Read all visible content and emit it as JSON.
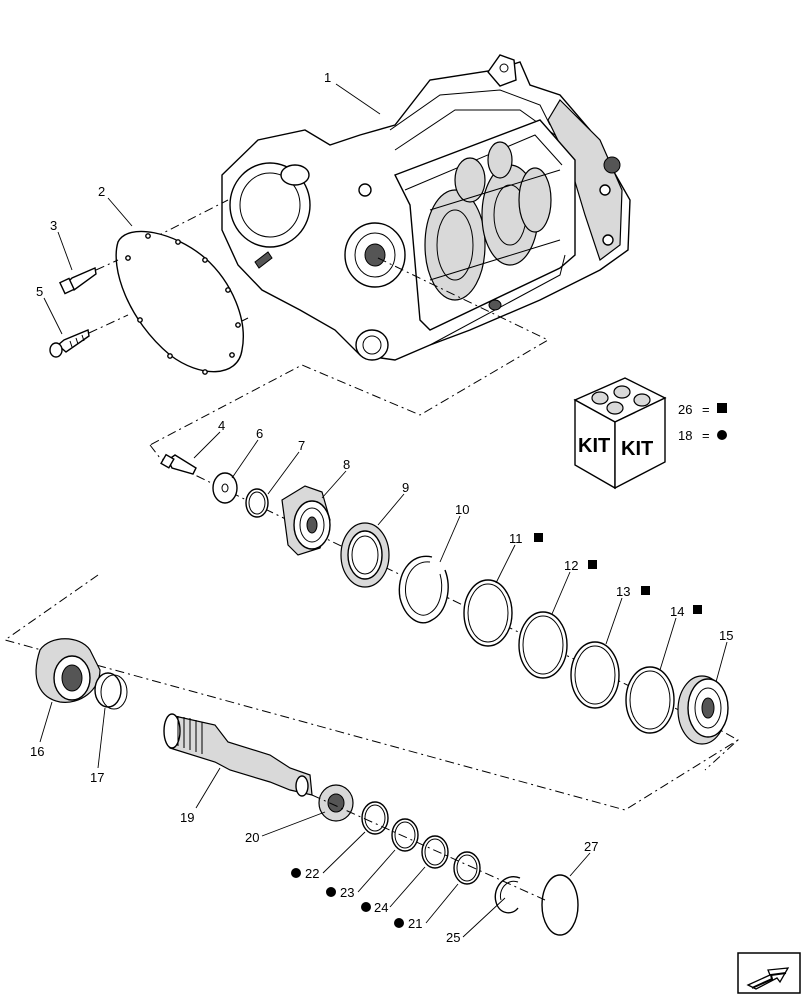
{
  "callouts": [
    {
      "id": "c1",
      "text": "1"
    },
    {
      "id": "c2",
      "text": "2"
    },
    {
      "id": "c3",
      "text": "3"
    },
    {
      "id": "c4",
      "text": "4"
    },
    {
      "id": "c5",
      "text": "5"
    },
    {
      "id": "c6",
      "text": "6"
    },
    {
      "id": "c7",
      "text": "7"
    },
    {
      "id": "c8",
      "text": "8"
    },
    {
      "id": "c9",
      "text": "9"
    },
    {
      "id": "c10",
      "text": "10"
    },
    {
      "id": "c11",
      "text": "11"
    },
    {
      "id": "c12",
      "text": "12"
    },
    {
      "id": "c13",
      "text": "13"
    },
    {
      "id": "c14",
      "text": "14"
    },
    {
      "id": "c15",
      "text": "15"
    },
    {
      "id": "c16",
      "text": "16"
    },
    {
      "id": "c17",
      "text": "17"
    },
    {
      "id": "c18",
      "text": "19"
    },
    {
      "id": "c20",
      "text": "20"
    },
    {
      "id": "c21",
      "text": "21"
    },
    {
      "id": "c22",
      "text": "22"
    },
    {
      "id": "c23",
      "text": "23"
    },
    {
      "id": "c24",
      "text": "24"
    },
    {
      "id": "c25",
      "text": "25"
    },
    {
      "id": "c27",
      "text": "27"
    }
  ],
  "kit_legend": {
    "box_label_left": "KIT",
    "box_label_right": "KIT",
    "entries": [
      {
        "part": "26",
        "symbol": "square"
      },
      {
        "part": "18",
        "symbol": "circle"
      }
    ],
    "equals": "="
  },
  "markers": {
    "square_parts": [
      "11",
      "12",
      "13",
      "14"
    ],
    "circle_parts": [
      "22",
      "23",
      "24",
      "21"
    ]
  },
  "nav_icon": "arrow-next-page-icon"
}
